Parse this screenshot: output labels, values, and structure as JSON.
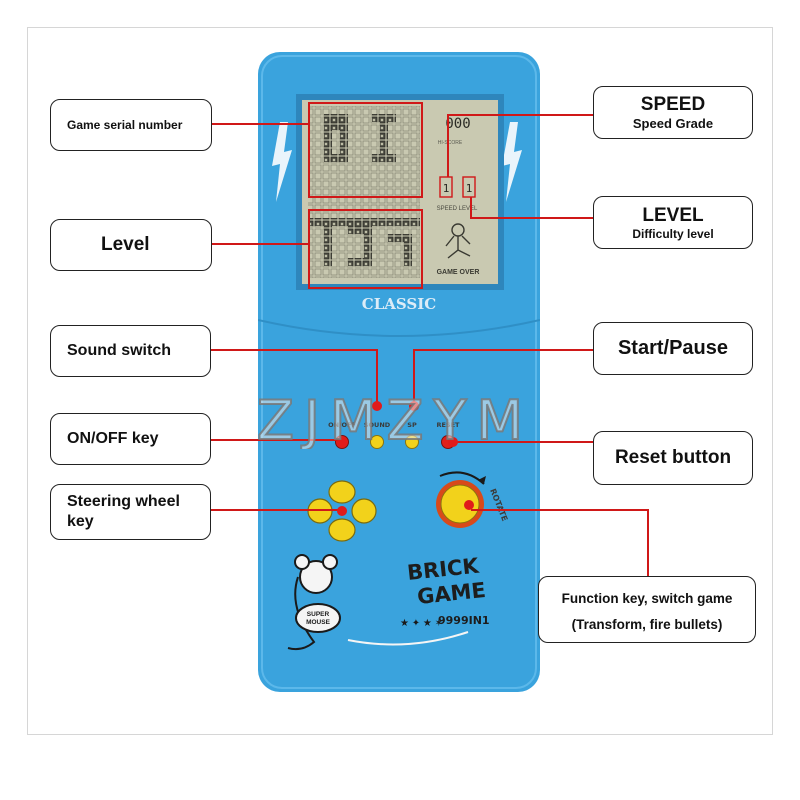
{
  "callouts": {
    "game_serial": "Game serial number",
    "level": "Level",
    "speed_title": "SPEED",
    "speed_sub": "Speed Grade",
    "level_title": "LEVEL",
    "level_sub": "Difficulty level",
    "sound": "Sound switch",
    "start_pause": "Start/Pause",
    "onoff": "ON/OFF key",
    "reset": "Reset button",
    "steering_line1": "Steering wheel",
    "steering_line2": "key",
    "function_line1": "Function key, switch game",
    "function_line2": "(Transform, fire bullets)"
  },
  "device": {
    "screen_label": "CLASSIC",
    "score_digits": "000",
    "hiscore_label": "HI-SCORE",
    "speed_level_label": "SPEED LEVEL",
    "speed_digit": "1",
    "level_digit": "1",
    "game_over_label": "GAME OVER",
    "btn_onoff": "ON/OFF",
    "btn_sound": "SOUND",
    "btn_sp": "SP",
    "btn_reset": "RESET",
    "rotate_label": "ROTATE",
    "brand_line1": "BRICK",
    "brand_line2": "GAME",
    "model": "9999IN1",
    "mascot_line1": "SUPER",
    "mascot_line2": "MOUSE"
  },
  "watermark": "ZJMZYM",
  "colors": {
    "device_body": "#3aa3dd",
    "screen_bg": "#c9c9b1",
    "red_line": "#d01818",
    "button_yellow": "#f2d21b",
    "button_red": "#e0201b"
  }
}
